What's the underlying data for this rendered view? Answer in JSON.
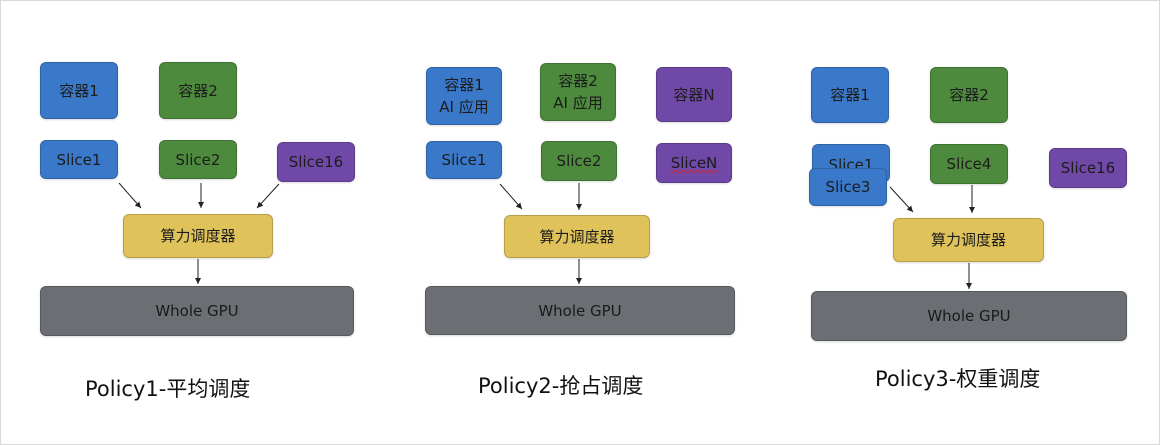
{
  "panel1": {
    "container1": "容器1",
    "container2": "容器2",
    "slice1": "Slice1",
    "slice2": "Slice2",
    "slice16": "Slice16",
    "scheduler": "算力调度器",
    "gpu": "Whole GPU",
    "caption": "Policy1-平均调度"
  },
  "panel2": {
    "container1_line1": "容器1",
    "container1_line2": "AI 应用",
    "container2_line1": "容器2",
    "container2_line2": "AI 应用",
    "containerN": "容器N",
    "slice1": "Slice1",
    "slice2": "Slice2",
    "sliceN": "SliceN",
    "scheduler": "算力调度器",
    "gpu": "Whole GPU",
    "caption": "Policy2-抢占调度"
  },
  "panel3": {
    "container1": "容器1",
    "container2": "容器2",
    "slice1": "Slice1",
    "slice3": "Slice3",
    "slice4": "Slice4",
    "slice16": "Slice16",
    "scheduler": "算力调度器",
    "gpu": "Whole GPU",
    "caption": "Policy3-权重调度"
  },
  "colors": {
    "container_blue": "#3a78c9",
    "container_green": "#4d8a3d",
    "container_purple": "#7048a8",
    "scheduler_yellow": "#e0c25a",
    "gpu_gray": "#6b6e72"
  }
}
